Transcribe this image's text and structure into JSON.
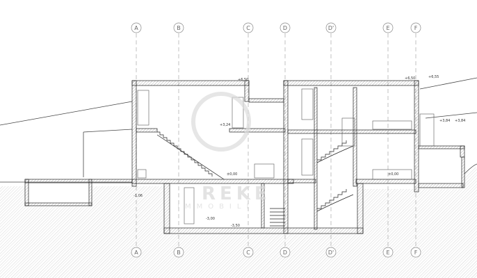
{
  "grid_axes": [
    "A",
    "B",
    "C",
    "D",
    "D'",
    "E",
    "F"
  ],
  "levels": {
    "roof_left": "+6,50",
    "roof_right": "+6,50",
    "terrain_top": "+6,55",
    "upper_floor": "+3,24",
    "ground_floor": "±0,00",
    "ground_right": "±0,00",
    "terrace_right_1": "+3,84",
    "terrace_right_2": "+3,84",
    "basement_floor": "-3,00",
    "foundation": "-3,50",
    "terrace_left": "-1,06"
  },
  "watermark": {
    "line1": "REKE",
    "line2": "IMMOBILI"
  },
  "colors": {
    "line": "#333333",
    "hatch": "#9a9a9a",
    "axis": "#888888"
  }
}
